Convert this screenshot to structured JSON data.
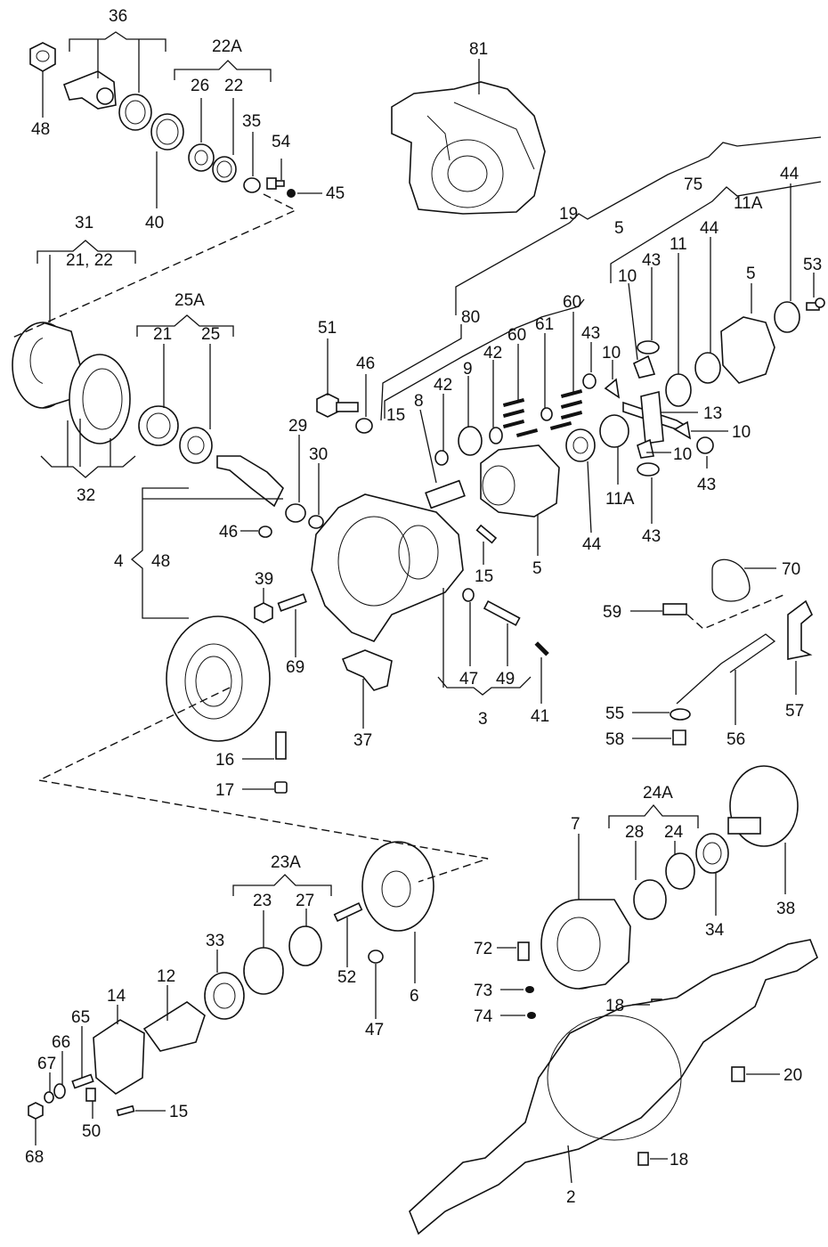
{
  "diagram": {
    "labels": [
      "36",
      "48",
      "22A",
      "26",
      "22",
      "35",
      "54",
      "45",
      "40",
      "81",
      "31",
      "21, 22",
      "25A",
      "21",
      "25",
      "32",
      "51",
      "46",
      "80",
      "19",
      "5",
      "75",
      "11A",
      "44",
      "53",
      "44",
      "5",
      "43",
      "11",
      "10",
      "10",
      "60",
      "60",
      "61",
      "43",
      "42",
      "42",
      "9",
      "8",
      "15",
      "29",
      "30",
      "46",
      "4",
      "48",
      "39",
      "69",
      "37",
      "15",
      "47",
      "49",
      "3",
      "41",
      "5",
      "44",
      "11A",
      "43",
      "13",
      "10",
      "10",
      "43",
      "70",
      "59",
      "57",
      "55",
      "56",
      "58",
      "16",
      "17",
      "24A",
      "7",
      "28",
      "24",
      "34",
      "38",
      "23A",
      "23",
      "27",
      "33",
      "12",
      "52",
      "6",
      "47",
      "72",
      "73",
      "74",
      "18",
      "20",
      "14",
      "65",
      "66",
      "67",
      "68",
      "50",
      "15",
      "18",
      "2"
    ]
  }
}
